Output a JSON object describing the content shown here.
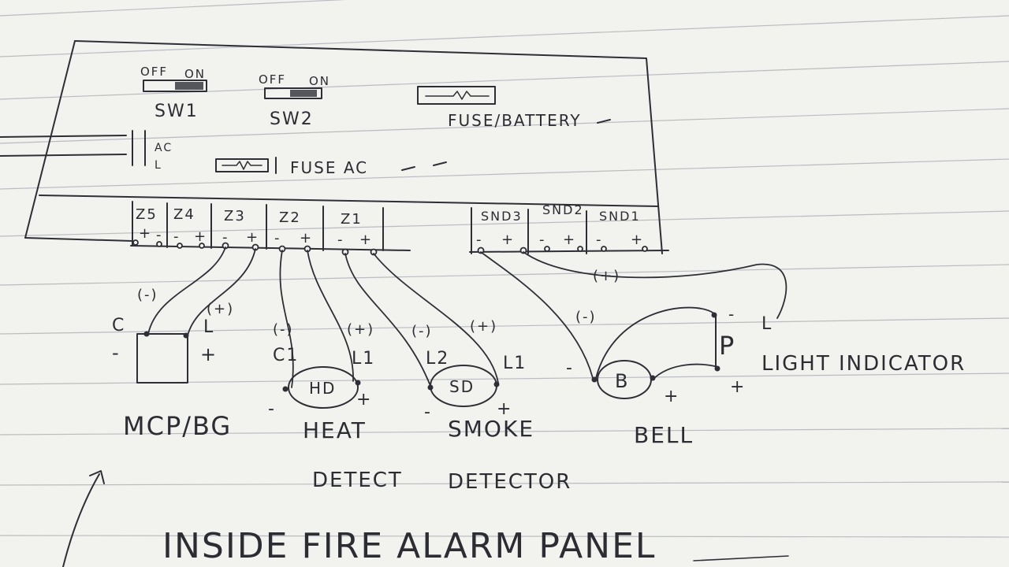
{
  "panel": {
    "switches": [
      {
        "id": "sw1",
        "name": "SW1",
        "off": "OFF",
        "on": "ON"
      },
      {
        "id": "sw2",
        "name": "SW2",
        "off": "OFF",
        "on": "ON"
      }
    ],
    "fuse_battery_label": "FUSE/BATTERY",
    "ac_label": "AC",
    "line_label": "L",
    "fuse_ac_label": "FUSE AC",
    "zones": [
      {
        "id": "z5",
        "label": "Z5",
        "minus": "-",
        "plus": "+"
      },
      {
        "id": "z4",
        "label": "Z4",
        "minus": "-",
        "plus": "+"
      },
      {
        "id": "z3",
        "label": "Z3",
        "minus": "-",
        "plus": "+"
      },
      {
        "id": "z2",
        "label": "Z2",
        "minus": "-",
        "plus": "+"
      },
      {
        "id": "z1",
        "label": "Z1",
        "minus": "-",
        "plus": "+"
      }
    ],
    "sounders": [
      {
        "id": "snd3",
        "label": "SND3",
        "minus": "-",
        "plus": "+"
      },
      {
        "id": "snd2",
        "label": "SND2",
        "minus": "-",
        "plus": "+"
      },
      {
        "id": "snd1",
        "label": "SND1",
        "minus": "-",
        "plus": "+"
      }
    ]
  },
  "devices": {
    "mcp": {
      "label": "MCP/BG",
      "c_label": "C",
      "l_label": "L",
      "neg_tag": "(-)",
      "pos_tag": "(+)",
      "minus": "-",
      "plus": "+"
    },
    "heat": {
      "symbol": "HD",
      "label_line1": "HEAT",
      "label_line2": "DETECT",
      "c_label": "C1",
      "l_label": "L1",
      "neg_tag": "(-)",
      "pos_tag": "(+)",
      "minus": "-",
      "plus": "+"
    },
    "smoke": {
      "symbol": "SD",
      "label_line1": "SMOKE",
      "label_line2": "DETECTOR",
      "c_label": "L2",
      "l_label": "L1",
      "neg_tag": "(-)",
      "pos_tag": "(+)",
      "minus": "-",
      "plus": "+"
    },
    "bell": {
      "symbol": "B",
      "label": "BELL",
      "neg_tag": "(-)",
      "pos_tag": "(+)",
      "minus": "-",
      "plus": "+"
    },
    "light": {
      "symbol": "P",
      "label": "LIGHT INDICATOR",
      "minus": "-",
      "plus": "+",
      "l_label": "L"
    }
  },
  "footer": {
    "title": "INSIDE FIRE ALARM PANEL"
  }
}
